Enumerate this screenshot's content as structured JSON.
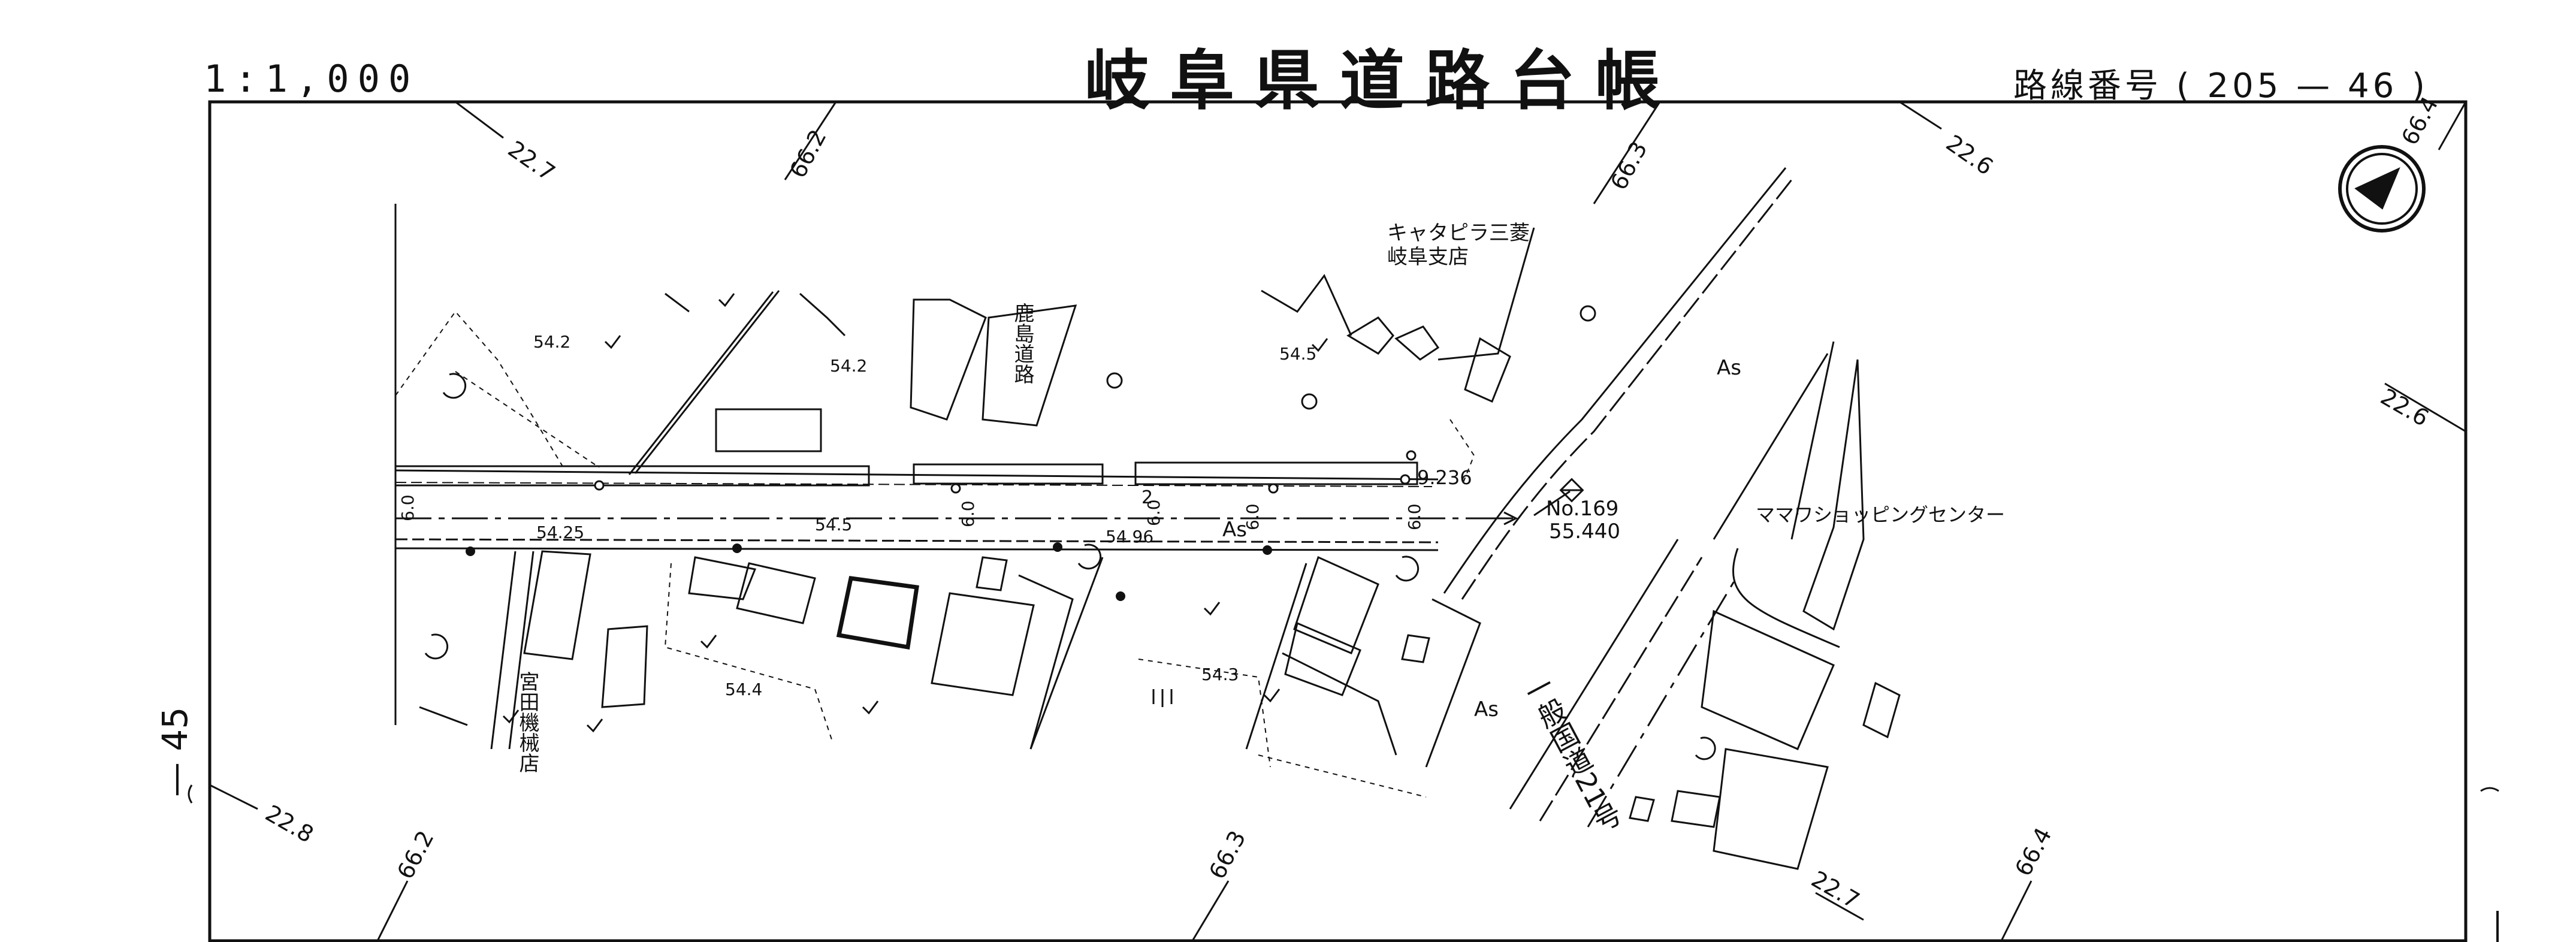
{
  "header": {
    "scale": "1:1,000",
    "title": "岐阜県道路台帳",
    "route_label": "路線番号",
    "route_number": "( 205 — 46 )",
    "sheet_number": "— 45"
  },
  "grid_labels": {
    "g1": "22.7",
    "g2": "66.2",
    "g3": "66.3",
    "g4": "22.6",
    "g5": "66.4",
    "g6": "22.6",
    "g7": "22.8",
    "g8": "66.2",
    "g9": "66.3",
    "g10": "22.7",
    "g11": "66.4"
  },
  "places": {
    "cat_line1": "キャタピラ三菱",
    "cat_line2": "岐阜支店",
    "mamawa": "ママワショッピングセンター",
    "miyata": "宮田機械店",
    "kanoshima": "鹿島道路",
    "route21": "一般国道21号"
  },
  "road": {
    "station_no": "No.169",
    "station_elev": "55.440",
    "point_elev": "9.236",
    "as_surface": "As",
    "w1": "6.0",
    "w2": "2",
    "w3": "6.0",
    "w4": "6.0",
    "w5": "6.0",
    "w6": "6.0"
  },
  "spot_heights": {
    "h1": "54.2",
    "h2": "54.2",
    "h3": "54.5",
    "h4": "54.25",
    "h5": "54.5",
    "h6": "54.96",
    "h7": "54.4",
    "h8": "54.3"
  },
  "surface_labels": {
    "as1": "As",
    "as2": "As"
  },
  "colors": {
    "ink": "#111111",
    "paper": "#ffffff"
  }
}
